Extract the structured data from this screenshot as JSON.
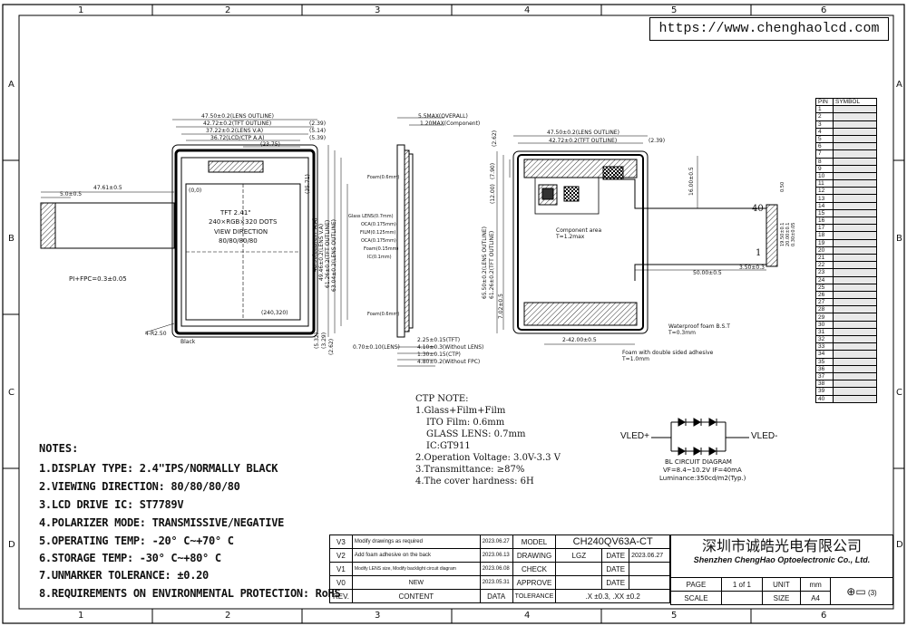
{
  "url": "https://www.chenghaolcd.com",
  "frame": {
    "cols": [
      "1",
      "2",
      "3",
      "4",
      "5",
      "6"
    ],
    "rows": [
      "A",
      "B",
      "C",
      "D"
    ]
  },
  "front_view": {
    "dims_top": [
      "47.50±0.2(LENS OUTLINE)",
      "42.72±0.2(TFT OUTLINE)",
      "37.22±0.2(LENS V.A)",
      "36.72(LCD/CTP A.A)",
      "(23.75)",
      "(2.39)",
      "(5.14)",
      "(5.39)"
    ],
    "dims_right": [
      "(35.71)",
      "48.96(LCD/CTP A.A)",
      "49.46±0.2(LENS V.A)",
      "61.26±0.2(TFT OUTLINE)",
      "63.04±0.2(LENS OUTLINE)",
      "(5.32)",
      "(3.29)",
      "(2.62)"
    ],
    "fpc_len": "47.61±0.5",
    "fpc_w": "5.0±0.5",
    "fpc_note": "PI+FPC=0.3±0.05",
    "origin": "(0,0)",
    "end": "(240,320)",
    "lcd_lines": [
      "TFT 2.41\"",
      "240×RGB×320 DOTS",
      "VIEW DIRECTION",
      "80/80/80/80"
    ],
    "corner_r": "4-R2.50",
    "black": "Black"
  },
  "side_view": {
    "dims": [
      "5.5MAX(OVERALL)",
      "1.20MAX(Component)"
    ],
    "layers": [
      "Glass LENS(0.7mm)",
      "OCA(0.175mm)",
      "FILM(0.125mm)",
      "OCA(0.175mm)",
      "Foam(0.15mm)",
      "IC(0.1mm)"
    ],
    "foam_top": "Foam(0.6mm)",
    "foam_bot": "Foam(0.6mm)",
    "bottom_dims": [
      "0.70±0.10(LENS)",
      "2.25±0.15(TFT)",
      "4.10±0.3(Without LENS)",
      "1.30±0.15(CTP)",
      "4.80±0.2(Without FPC)"
    ]
  },
  "back_view": {
    "dims_top": [
      "47.50±0.2(LENS OUTLINE)",
      "42.72±0.2(TFT OUTLINE)",
      "(2.39)"
    ],
    "dims_left": [
      "(2.62)",
      "(7.90)",
      "(12.00)",
      "65.50±0.2(LENS OUTLINE)",
      "61.26±0.2(TFT OUTLINE)",
      "7.02±0.5"
    ],
    "component": "Component area",
    "component_t": "T=1.2max",
    "dim_16": "16.00±0.5",
    "fpc_50": "50.00±0.5",
    "fpc_35": "3.50±0.3",
    "pin40": "40",
    "pin1": "1",
    "pitch": [
      "0.50",
      "19.50±0.1",
      "20.00±0.1",
      "0.30±0.05"
    ],
    "bottom_dim": "2-42.00±0.5",
    "waterproof": "Waterproof foam B.S.T",
    "waterproof_t": "T=0.3mm",
    "foam2": "Foam with double sided adhesive",
    "foam2_t": "T=1.0mm"
  },
  "pin_table": {
    "head": [
      "PIN",
      "SYMBOL"
    ],
    "pins": [
      "1",
      "2",
      "3",
      "4",
      "5",
      "6",
      "7",
      "8",
      "9",
      "10",
      "11",
      "12",
      "13",
      "14",
      "15",
      "16",
      "17",
      "18",
      "19",
      "20",
      "21",
      "22",
      "23",
      "24",
      "25",
      "26",
      "27",
      "28",
      "29",
      "30",
      "31",
      "32",
      "33",
      "34",
      "35",
      "36",
      "37",
      "38",
      "39",
      "40"
    ]
  },
  "ctp_note": {
    "title": "CTP NOTE:",
    "lines": [
      "1.Glass+Film+Film",
      "ITO Film: 0.6mm",
      "GLASS LENS: 0.7mm",
      "IC:GT911",
      "2.Operation Voltage: 3.0V-3.3 V",
      "3.Transmittance: ≥87%",
      "4.The cover hardness: 6H"
    ]
  },
  "bl_circuit": {
    "vled_plus": "VLED+",
    "vled_minus": "VLED-",
    "title": "BL CIRCUIT DIAGRAM",
    "spec": "VF=8.4~10.2V  IF=40mA",
    "lum": "Luminance:350cd/m2(Typ.)"
  },
  "notes": {
    "title": "NOTES:",
    "items": [
      "1.DISPLAY TYPE:  2.4\"IPS/NORMALLY BLACK",
      "2.VIEWING DIRECTION: 80/80/80/80",
      "3.LCD DRIVE IC: ST7789V",
      "4.POLARIZER MODE: TRANSMISSIVE/NEGATIVE",
      "5.OPERATING TEMP: -20° C~+70° C",
      "6.STORAGE TEMP: -30° C~+80° C",
      "7.UNMARKER TOLERANCE: ±0.20",
      "8.REQUIREMENTS ON ENVIRONMENTAL PROTECTION: RoHS"
    ]
  },
  "title_block": {
    "revs": [
      {
        "rev": "V3",
        "content": "Modify drawings as required",
        "date": "2023.06.27"
      },
      {
        "rev": "V2",
        "content": "Add foam adhesive on the back",
        "date": "2023.06.13"
      },
      {
        "rev": "V1",
        "content": "Modify LENS size, Modify backlight circuit diagram",
        "date": "2023.06.08"
      },
      {
        "rev": "V0",
        "content": "NEW",
        "date": "2023.05.31"
      }
    ],
    "hdr_rev": "REV.",
    "hdr_content": "CONTENT",
    "hdr_data": "DATA",
    "model_lbl": "MODEL",
    "model": "CH240QV63A-CT",
    "drawing_lbl": "DRAWING",
    "drawing": "LGZ",
    "date_lbl": "DATE",
    "drawing_date": "2023.06.27",
    "check_lbl": "CHECK",
    "approve_lbl": "APPROVE",
    "tolerance_lbl": "TOLERANCE",
    "tolerance": ".X ±0.3, .XX ±0.2",
    "company_cn": "深圳市诚皓光电有限公司",
    "company_en": "Shenzhen ChengHao Optoelectronic Co., Ltd.",
    "page_lbl": "PAGE",
    "page": "1 of 1",
    "unit_lbl": "UNIT",
    "unit": "mm",
    "scale_lbl": "SCALE",
    "size_lbl": "SIZE",
    "size": "A4",
    "proj": "(3)"
  }
}
